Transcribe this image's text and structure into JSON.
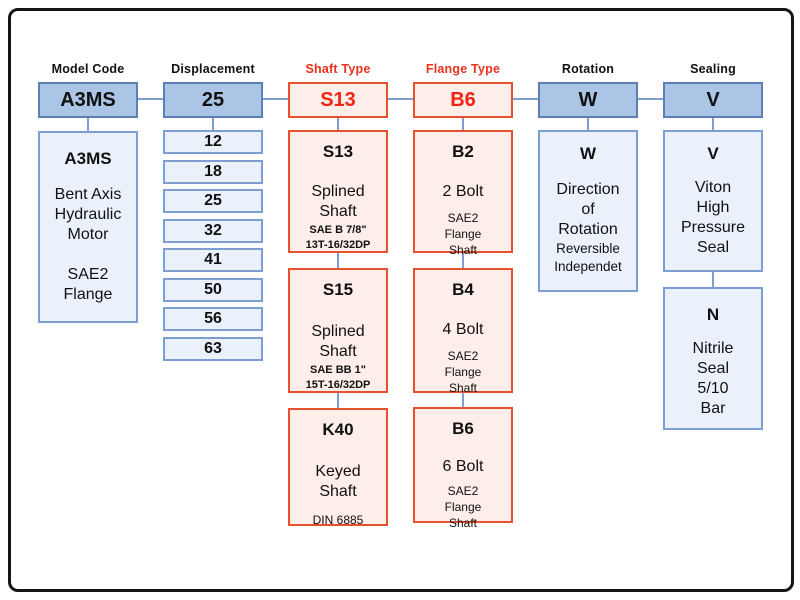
{
  "palette": {
    "header_fill": "#abc5e7",
    "header_border": "#5d80b4",
    "light_fill": "#eaf1fb",
    "light_border": "#7d9ed2",
    "red_fill": "#fdeee9",
    "red_border": "#e8512d",
    "red_text": "#f02412",
    "connector": "#7d9ed2"
  },
  "model_code": {
    "label": "Model Code",
    "selected": "A3MS",
    "detail": {
      "title": "A3MS",
      "body": "Bent Axis\nHydraulic\nMotor",
      "footer": "SAE2\nFlange"
    }
  },
  "displacement": {
    "label": "Displacement",
    "selected": "25",
    "options": [
      "12",
      "18",
      "25",
      "32",
      "41",
      "50",
      "56",
      "63"
    ]
  },
  "shaft_type": {
    "label": "Shaft Type",
    "selected": "S13",
    "options": [
      {
        "code": "S13",
        "name": "Splined\nShaft",
        "spec": "SAE B 7/8\"\n13T-16/32DP"
      },
      {
        "code": "S15",
        "name": "Splined\nShaft",
        "spec": "SAE BB 1\"\n15T-16/32DP"
      },
      {
        "code": "K40",
        "name": "Keyed\nShaft",
        "spec": "DIN 6885"
      }
    ]
  },
  "flange_type": {
    "label": "Flange Type",
    "selected": "B6",
    "options": [
      {
        "code": "B2",
        "name": "2 Bolt",
        "spec": "SAE2\nFlange\nShaft"
      },
      {
        "code": "B4",
        "name": "4 Bolt",
        "spec": "SAE2\nFlange\nShaft"
      },
      {
        "code": "B6",
        "name": "6 Bolt",
        "spec": "SAE2\nFlange\nShaft"
      }
    ]
  },
  "rotation": {
    "label": "Rotation",
    "selected": "W",
    "detail": {
      "code": "W",
      "name": "Direction\nof\nRotation",
      "spec": "Reversible\nIndependet"
    }
  },
  "sealing": {
    "label": "Sealing",
    "selected": "V",
    "options": [
      {
        "code": "V",
        "name": "Viton\nHigh\nPressure\nSeal"
      },
      {
        "code": "N",
        "name": "Nitrile\nSeal\n5/10\nBar"
      }
    ]
  }
}
